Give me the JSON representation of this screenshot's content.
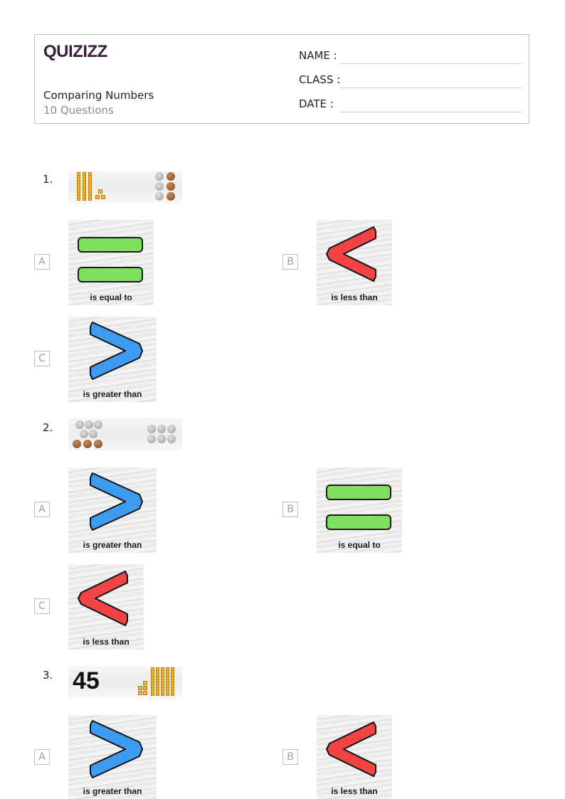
{
  "header": {
    "logo": "QUIZIZZ",
    "title": "Comparing Numbers",
    "question_count": "10 Questions",
    "fields": [
      {
        "label": "NAME :"
      },
      {
        "label": "CLASS :"
      },
      {
        "label": "DATE  :"
      }
    ]
  },
  "questions": [
    {
      "number": "1.",
      "stem_image": "base-ten-blocks-32-vs-coins",
      "options": [
        {
          "letter": "A",
          "label": "is equal to",
          "symbol": "="
        },
        {
          "letter": "B",
          "label": "is less than",
          "symbol": "<"
        },
        {
          "letter": "C",
          "label": "is greater than",
          "symbol": ">"
        }
      ]
    },
    {
      "number": "2.",
      "stem_image": "coins-vs-coins",
      "options": [
        {
          "letter": "A",
          "label": "is greater than",
          "symbol": ">"
        },
        {
          "letter": "B",
          "label": "is equal to",
          "symbol": "="
        },
        {
          "letter": "C",
          "label": "is less than",
          "symbol": "<"
        }
      ]
    },
    {
      "number": "3.",
      "stem_number": "45",
      "stem_image": "45-vs-base-ten-blocks",
      "options": [
        {
          "letter": "A",
          "label": "is greater than",
          "symbol": ">"
        },
        {
          "letter": "B",
          "label": "is less than",
          "symbol": "<"
        }
      ]
    }
  ],
  "colors": {
    "logo": "#3b1f3a",
    "equal": "#7ee05f",
    "less": "#f24444",
    "greater": "#3d9cf0"
  }
}
